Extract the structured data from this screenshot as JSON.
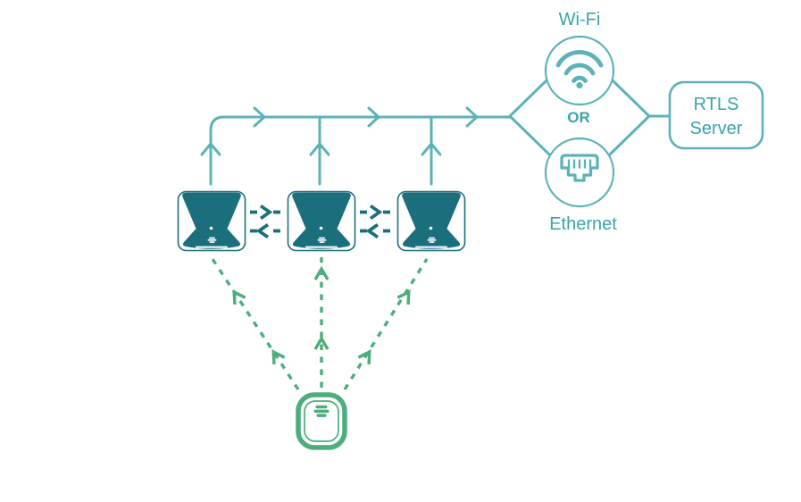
{
  "title": "RTLS network architecture diagram",
  "colors": {
    "line": "#5cb3b7",
    "text": "#3aa4aa",
    "dark": "#1b6f7d",
    "green": "#4cae7c"
  },
  "labels": {
    "wifi": "Wi-Fi",
    "ethernet": "Ethernet",
    "or": "OR",
    "server_line1": "RTLS",
    "server_line2": "Server"
  },
  "icons": {
    "wifi": "wifi-icon",
    "ethernet": "ethernet-port-icon",
    "anchor_logo": "brand-mark-icon",
    "tag_logo": "brand-mark-icon"
  },
  "nodes": {
    "anchor_count": 3,
    "tag_count": 1,
    "backhaul_options": [
      "Wi-Fi",
      "Ethernet"
    ],
    "server": "RTLS Server"
  }
}
